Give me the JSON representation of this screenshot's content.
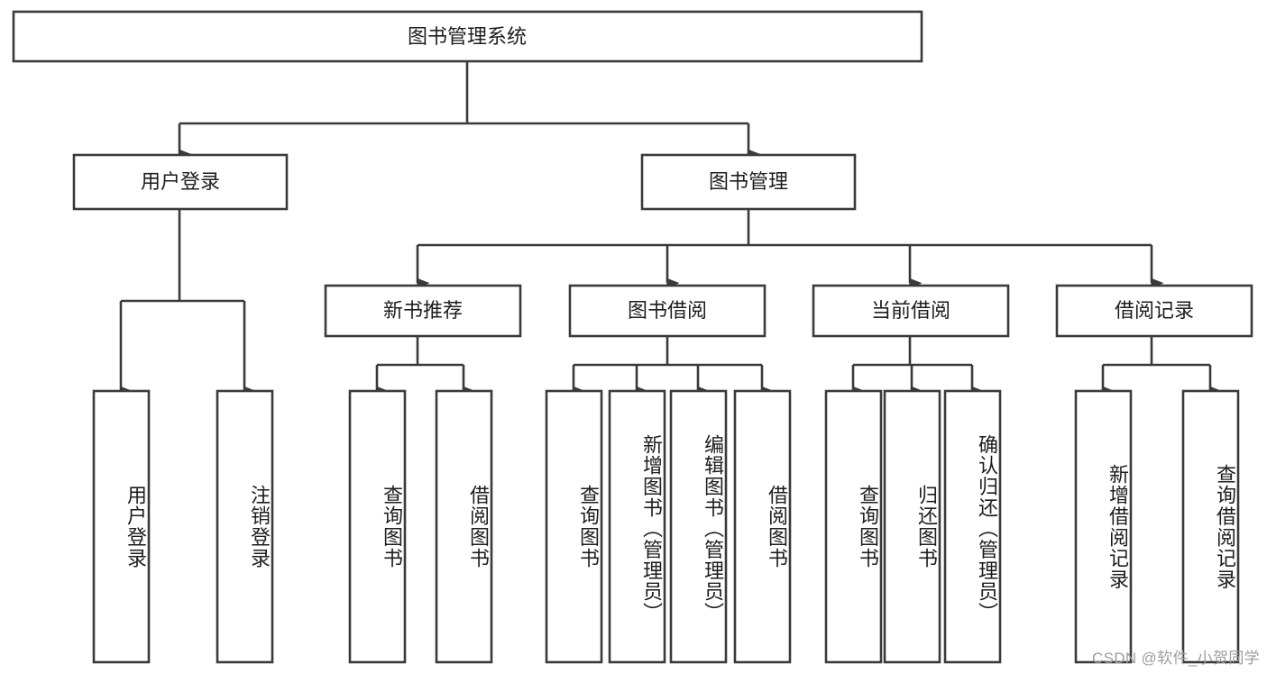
{
  "diagram": {
    "type": "tree-hierarchy-chart",
    "title": "图书管理系统",
    "orientation": "top-down",
    "colors": {
      "box_stroke": "#3a3a3a",
      "box_fill": "#ffffff",
      "connector": "#3a3a3a",
      "text": "#1d1d1d",
      "watermark": "#9d9d9d",
      "background": "#ffffff"
    },
    "levels": {
      "level1": {
        "label": "图书管理系统"
      },
      "level2": [
        {
          "label": "用户登录"
        },
        {
          "label": "图书管理"
        }
      ],
      "level3": [
        {
          "label": "新书推荐"
        },
        {
          "label": "图书借阅"
        },
        {
          "label": "当前借阅"
        },
        {
          "label": "借阅记录"
        }
      ],
      "level4": [
        {
          "label": "用户登录",
          "parent": "用户登录"
        },
        {
          "label": "注销登录",
          "parent": "用户登录"
        },
        {
          "label": "查询图书",
          "parent": "新书推荐"
        },
        {
          "label": "借阅图书",
          "parent": "新书推荐"
        },
        {
          "label": "查询图书",
          "parent": "图书借阅"
        },
        {
          "label": "新增图书（管理员）",
          "parent": "图书借阅"
        },
        {
          "label": "编辑图书（管理员）",
          "parent": "图书借阅"
        },
        {
          "label": "借阅图书",
          "parent": "图书借阅"
        },
        {
          "label": "查询图书",
          "parent": "当前借阅"
        },
        {
          "label": "归还图书",
          "parent": "当前借阅"
        },
        {
          "label": "确认归还（管理员）",
          "parent": "当前借阅"
        },
        {
          "label": "新增借阅记录",
          "parent": "借阅记录"
        },
        {
          "label": "查询借阅记录",
          "parent": "借阅记录"
        }
      ]
    },
    "watermark": "CSDN @软件_小贺同学"
  }
}
